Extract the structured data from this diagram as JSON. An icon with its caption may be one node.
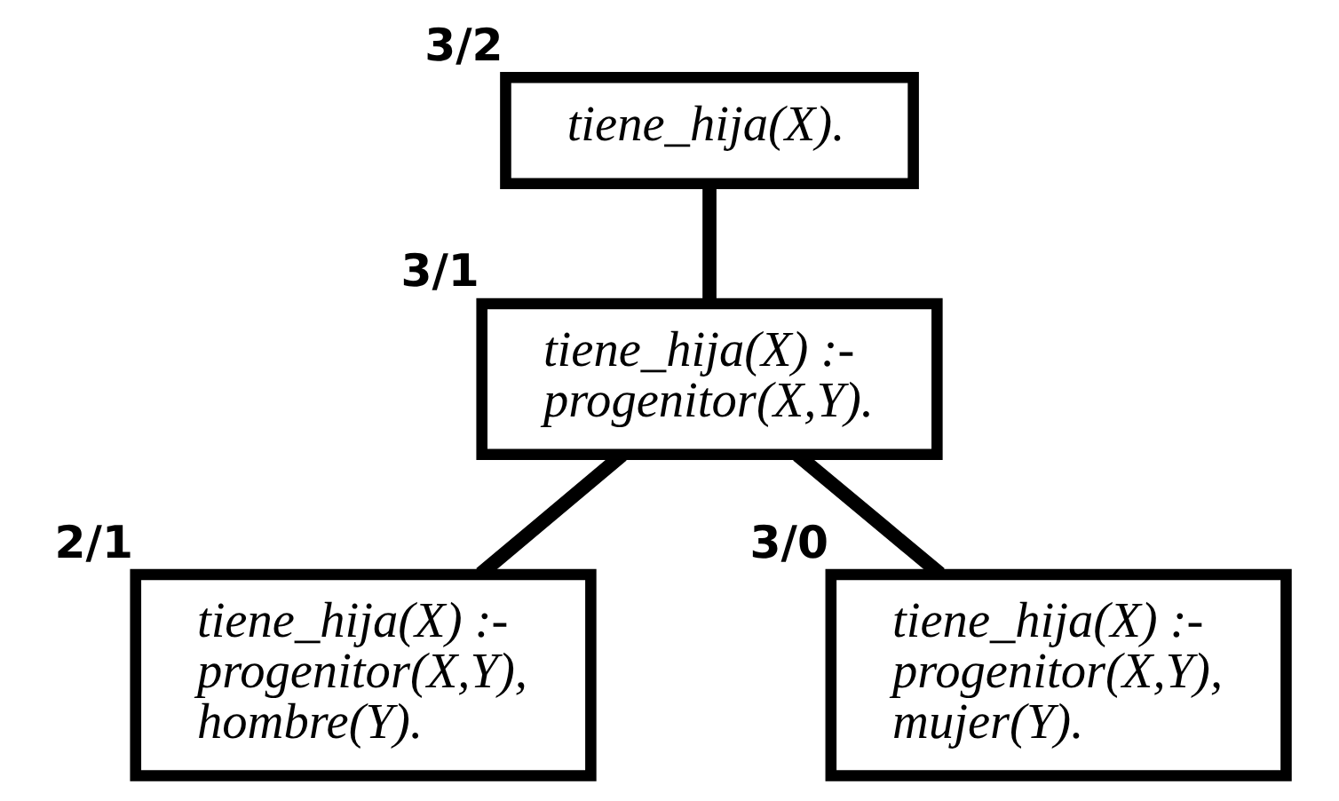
{
  "diagram": {
    "nodes": [
      {
        "text": [
          "tiene_hija(X)."
        ],
        "beside": [
          "3/2"
        ]
      },
      {
        "text": [
          "tiene_hija(X) :- progenitor(X,Y)."
        ],
        "beside": [
          "3/1"
        ]
      },
      {
        "text": [
          "tiene_hija(X) :- progenitor(X,Y), hombre(Y)."
        ],
        "beside": [
          "2/1"
        ]
      },
      {
        "text": [
          "tiene_hija(X) :- progenitor(X,Y), mujer(Y)."
        ],
        "beside": [
          "3/0"
        ]
      }
    ],
    "edges": [
      {
        "from": 0,
        "to": 1,
        "arrow": "none"
      },
      {
        "from": 1,
        "to": 2,
        "arrow": "none"
      },
      {
        "from": 1,
        "to": 3,
        "arrow": "none"
      }
    ]
  }
}
